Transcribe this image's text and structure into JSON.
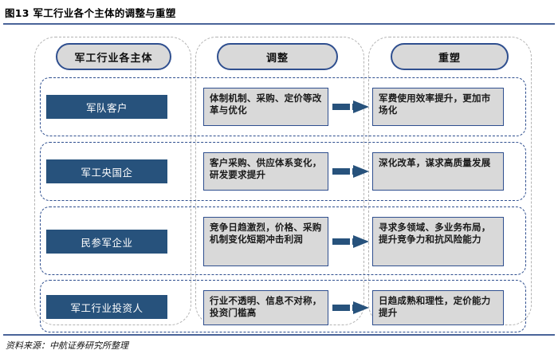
{
  "figure": {
    "title": "图13  军工行业各个主体的调整与重塑",
    "source": "资料来源：中航证券研究所整理"
  },
  "colors": {
    "navy_fill": "#27527C",
    "box_border": "#2F4F8F",
    "box_fill": "#D9D9D9",
    "rule": "#4A6499",
    "column_dash": "#B3B3B3"
  },
  "columns": [
    {
      "label": "军工行业各主体"
    },
    {
      "label": "调整"
    },
    {
      "label": "重塑"
    }
  ],
  "rows": [
    {
      "actor": "军队客户",
      "adjustment": "体制机制、采购、定价等改革与优化",
      "arrow": "right-arrow-icon",
      "reshaping": "军费使用效率提升，更加市场化"
    },
    {
      "actor": "军工央国企",
      "adjustment": "客户采购、供应体系变化，研发要求提升",
      "arrow": "right-arrow-icon",
      "reshaping": "深化改革，谋求高质量发展"
    },
    {
      "actor": "民参军企业",
      "adjustment": "竞争日趋激烈，价格、采购机制变化短期冲击利润",
      "arrow": "right-arrow-icon",
      "reshaping": "寻求多领域、多业务布局，提升竞争力和抗风险能力"
    },
    {
      "actor": "军工行业投资人",
      "adjustment": "行业不透明、信息不对称，投资门槛高",
      "arrow": "right-arrow-icon",
      "reshaping": "日趋成熟和理性，定价能力提升"
    }
  ]
}
